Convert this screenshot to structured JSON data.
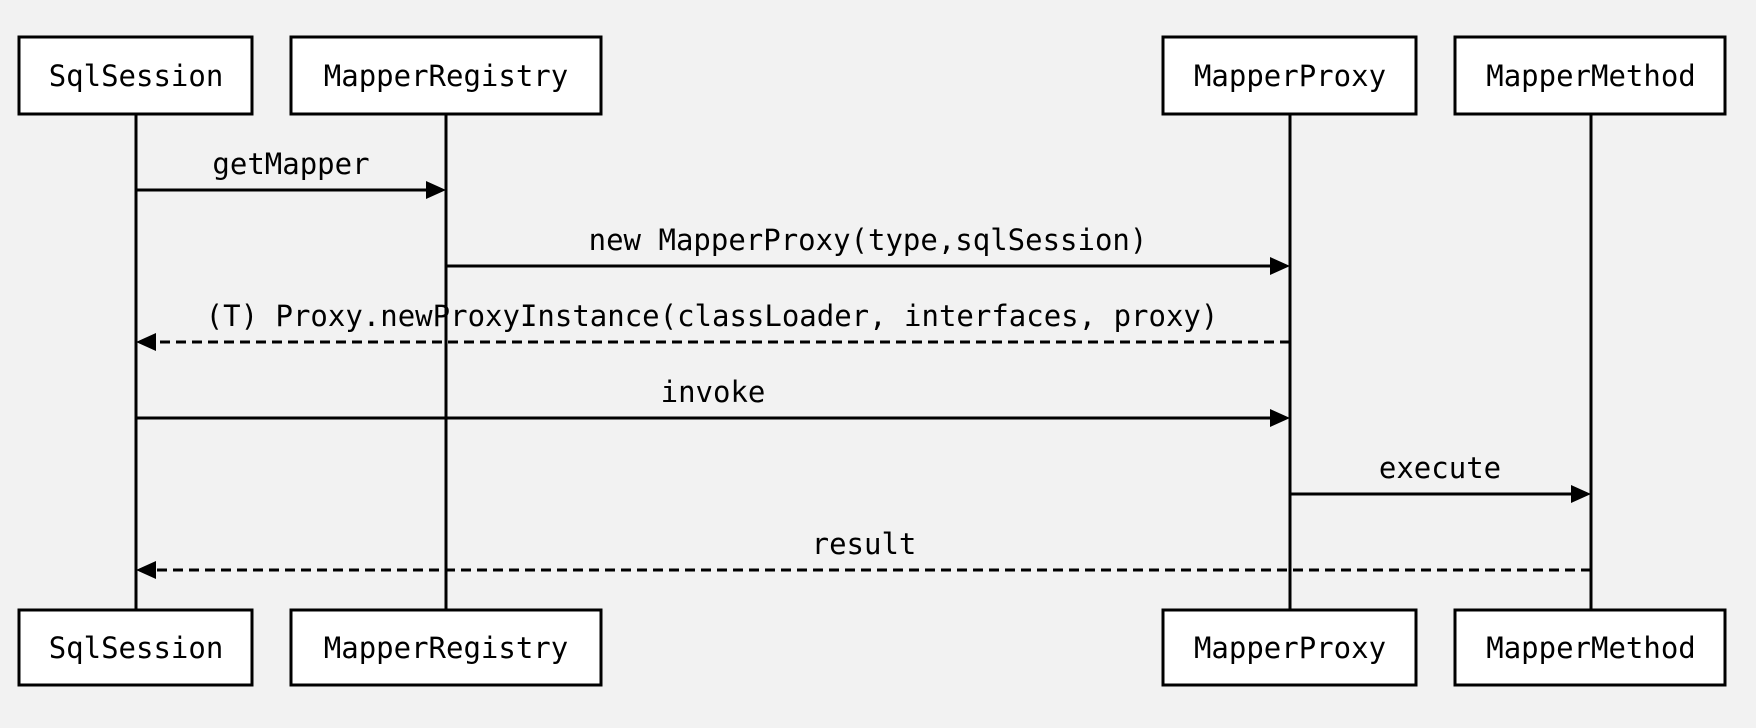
{
  "participants": [
    {
      "id": "sqlsession",
      "label": "SqlSession"
    },
    {
      "id": "mapperregistry",
      "label": "MapperRegistry"
    },
    {
      "id": "mapperproxy",
      "label": "MapperProxy"
    },
    {
      "id": "mappermethod",
      "label": "MapperMethod"
    }
  ],
  "messages": [
    {
      "from": "sqlsession",
      "to": "mapperregistry",
      "label": "getMapper",
      "style": "solid"
    },
    {
      "from": "mapperregistry",
      "to": "mapperproxy",
      "label": "new MapperProxy(type,sqlSession)",
      "style": "solid"
    },
    {
      "from": "mapperproxy",
      "to": "sqlsession",
      "label": "(T) Proxy.newProxyInstance(classLoader, interfaces, proxy)",
      "style": "dashed"
    },
    {
      "from": "sqlsession",
      "to": "mapperproxy",
      "label": "invoke",
      "style": "solid"
    },
    {
      "from": "mapperproxy",
      "to": "mappermethod",
      "label": "execute",
      "style": "solid"
    },
    {
      "from": "mappermethod",
      "to": "sqlsession",
      "label": "result",
      "style": "dashed"
    }
  ],
  "colors": {
    "background": "#f2f2f2",
    "box_fill": "#ffffff",
    "ink": "#000000"
  }
}
